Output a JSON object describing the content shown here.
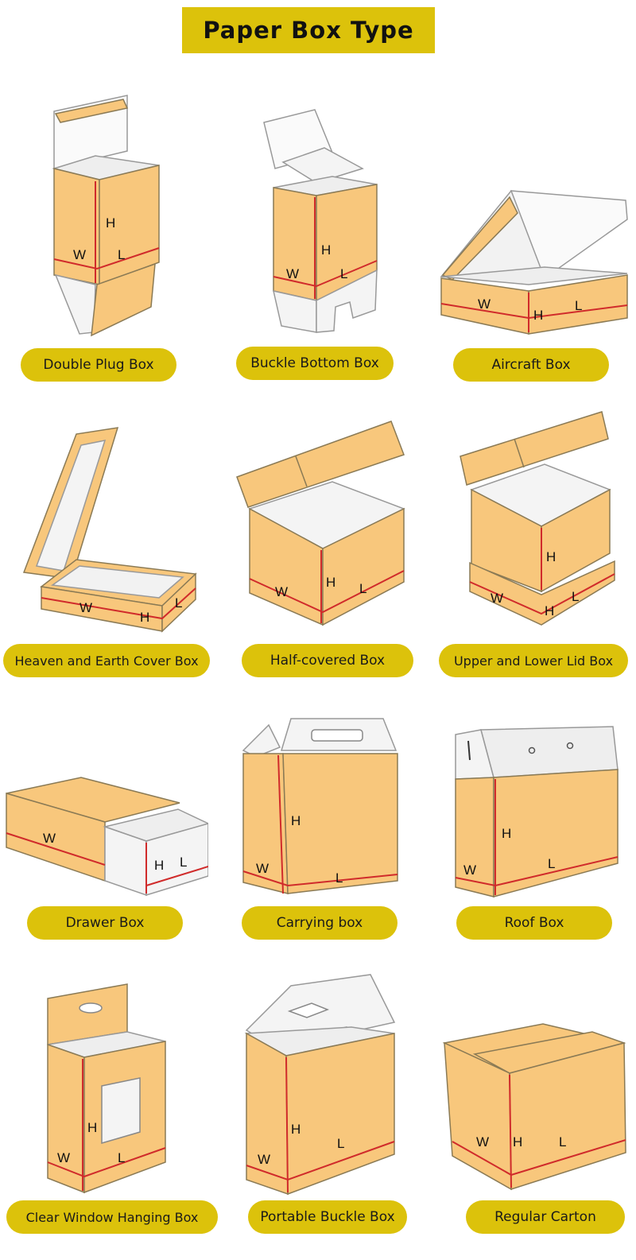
{
  "title": "Paper Box Type",
  "colors": {
    "accent": "#dcc20b",
    "box_face": "#f8c77c",
    "box_inner": "#f2f2f2",
    "dimension_line": "#d02b2b",
    "outline": "#8a7a55"
  },
  "boxes": [
    {
      "label": "Double Plug Box",
      "dims": [
        "H",
        "W",
        "L"
      ]
    },
    {
      "label": "Buckle Bottom Box",
      "dims": [
        "H",
        "W",
        "L"
      ]
    },
    {
      "label": "Aircraft Box",
      "dims": [
        "W",
        "H",
        "L"
      ]
    },
    {
      "label": "Heaven and Earth Cover Box",
      "dims": [
        "W",
        "H",
        "L"
      ]
    },
    {
      "label": "Half-covered Box",
      "dims": [
        "W",
        "H",
        "L"
      ]
    },
    {
      "label": "Upper and Lower Lid Box",
      "dims": [
        "H",
        "W",
        "H",
        "L"
      ]
    },
    {
      "label": "Drawer Box",
      "dims": [
        "W",
        "H",
        "L"
      ]
    },
    {
      "label": "Carrying box",
      "dims": [
        "H",
        "W",
        "L"
      ]
    },
    {
      "label": "Roof Box",
      "dims": [
        "H",
        "W",
        "L"
      ]
    },
    {
      "label": "Clear Window Hanging Box",
      "dims": [
        "H",
        "W",
        "L"
      ]
    },
    {
      "label": "Portable Buckle Box",
      "dims": [
        "H",
        "W",
        "L"
      ]
    },
    {
      "label": "Regular Carton",
      "dims": [
        "W",
        "H",
        "L"
      ]
    }
  ]
}
